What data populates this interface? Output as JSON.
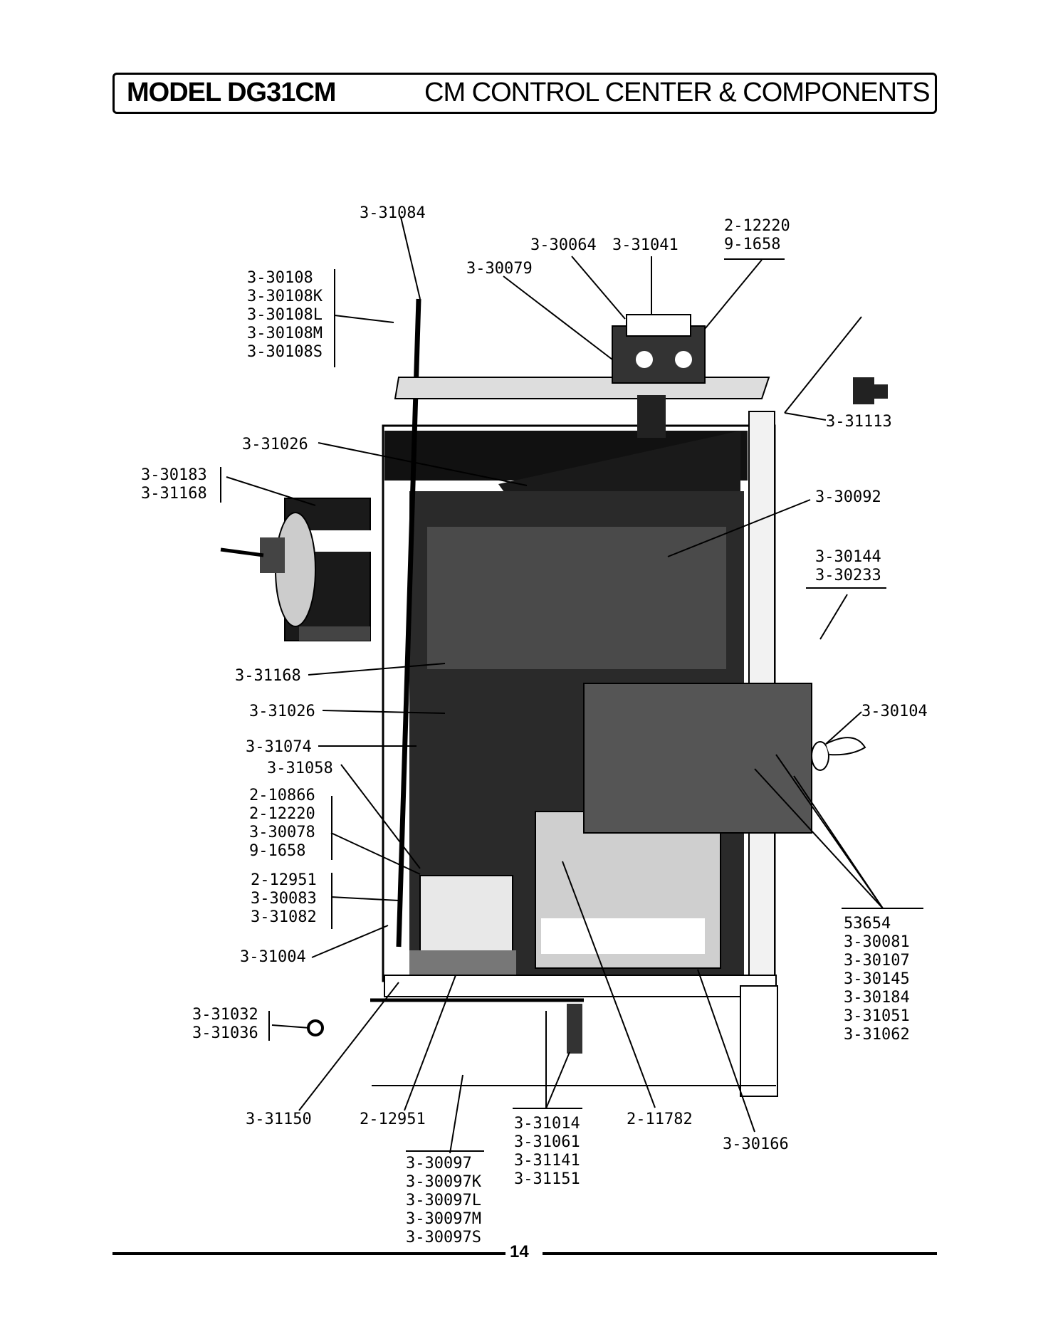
{
  "header": {
    "model": "MODEL DG31CM",
    "title": "CM CONTROL CENTER & COMPONENTS"
  },
  "part_labels": {
    "p_31084": "3-31084",
    "p_30064": "3-30064",
    "p_31041": "3-31041",
    "p_12220_top": "2-12220",
    "p_1658_top": "9-1658",
    "p_30079": "3-30079",
    "grp_30108": [
      "3-30108",
      "3-30108K",
      "3-30108L",
      "3-30108M",
      "3-30108S"
    ],
    "p_31113": "3-31113",
    "p_31026_top": "3-31026",
    "grp_30183": [
      "3-30183",
      "3-31168"
    ],
    "p_30092": "3-30092",
    "grp_30144": [
      "3-30144",
      "3-30233"
    ],
    "p_31168": "3-31168",
    "p_31026_mid": "3-31026",
    "p_31074": "3-31074",
    "p_31058": "3-31058",
    "p_30104": "3-30104",
    "grp_10866": [
      "2-10866",
      "2-12220",
      "3-30078",
      "9-1658"
    ],
    "grp_12951": [
      "2-12951",
      "3-30083",
      "3-31082"
    ],
    "p_31004": "3-31004",
    "grp_53654": [
      "53654",
      "3-30081",
      "3-30107",
      "3-30145",
      "3-30184",
      "3-31051",
      "3-31062"
    ],
    "grp_31032": [
      "3-31032",
      "3-31036"
    ],
    "p_31150": "3-31150",
    "p_12951_bottom": "2-12951",
    "grp_31014": [
      "3-31014",
      "3-31061",
      "3-31141",
      "3-31151"
    ],
    "p_11782": "2-11782",
    "p_30166": "3-30166",
    "grp_30097": [
      "3-30097",
      "3-30097K",
      "3-30097L",
      "3-30097M",
      "3-30097S"
    ]
  },
  "footer": {
    "page_number": "14"
  }
}
